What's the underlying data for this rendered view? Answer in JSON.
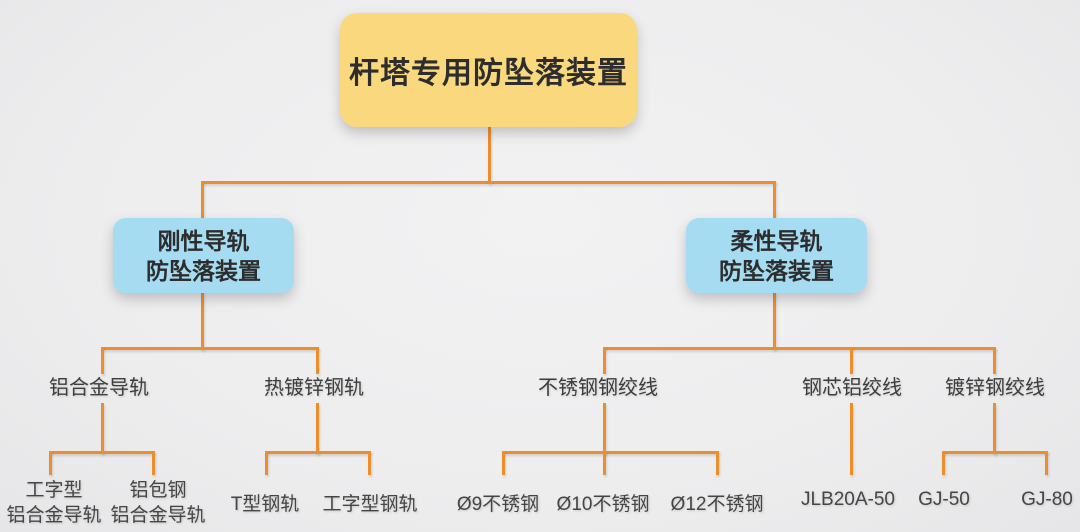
{
  "root_node": {
    "label": "杆塔专用防坠落装置"
  },
  "branch_nodes": {
    "rigid": {
      "lines": [
        "刚性导轨",
        "防坠落装置"
      ]
    },
    "flexible": {
      "lines": [
        "柔性导轨",
        "防坠落装置"
      ]
    }
  },
  "category_labels": {
    "aluminum_rail": "铝合金导轨",
    "hot_galvanized_rail": "热镀锌钢轨",
    "stainless_steel_strand": "不锈钢钢绞线",
    "acsr_strand": "钢芯铝绞线",
    "galvanized_steel_strand": "镀锌钢绞线"
  },
  "leaf_labels": {
    "i_shape_aluminum": {
      "lines": [
        "工字型",
        "铝合金导轨"
      ]
    },
    "al_clad_steel_aluminum": {
      "lines": [
        "铝包钢",
        "铝合金导轨"
      ]
    },
    "t_shape_rail": "T型钢轨",
    "i_shape_rail": "工字型钢轨",
    "d9_stainless": "Ø9不锈钢",
    "d10_stainless": "Ø10不锈钢",
    "d12_stainless": "Ø12不锈钢",
    "jlb20a_50": "JLB20A-50",
    "gj_50": "GJ-50",
    "gj_80": "GJ-80"
  },
  "colors": {
    "connector": "#ee8d2c",
    "root_fill": "#fad97e",
    "branch_fill": "#a6dcf1",
    "background": "#ededee",
    "text_dark": "#2d2d2d",
    "text_mid": "#3d3d3d",
    "text_leaf": "#454545"
  }
}
